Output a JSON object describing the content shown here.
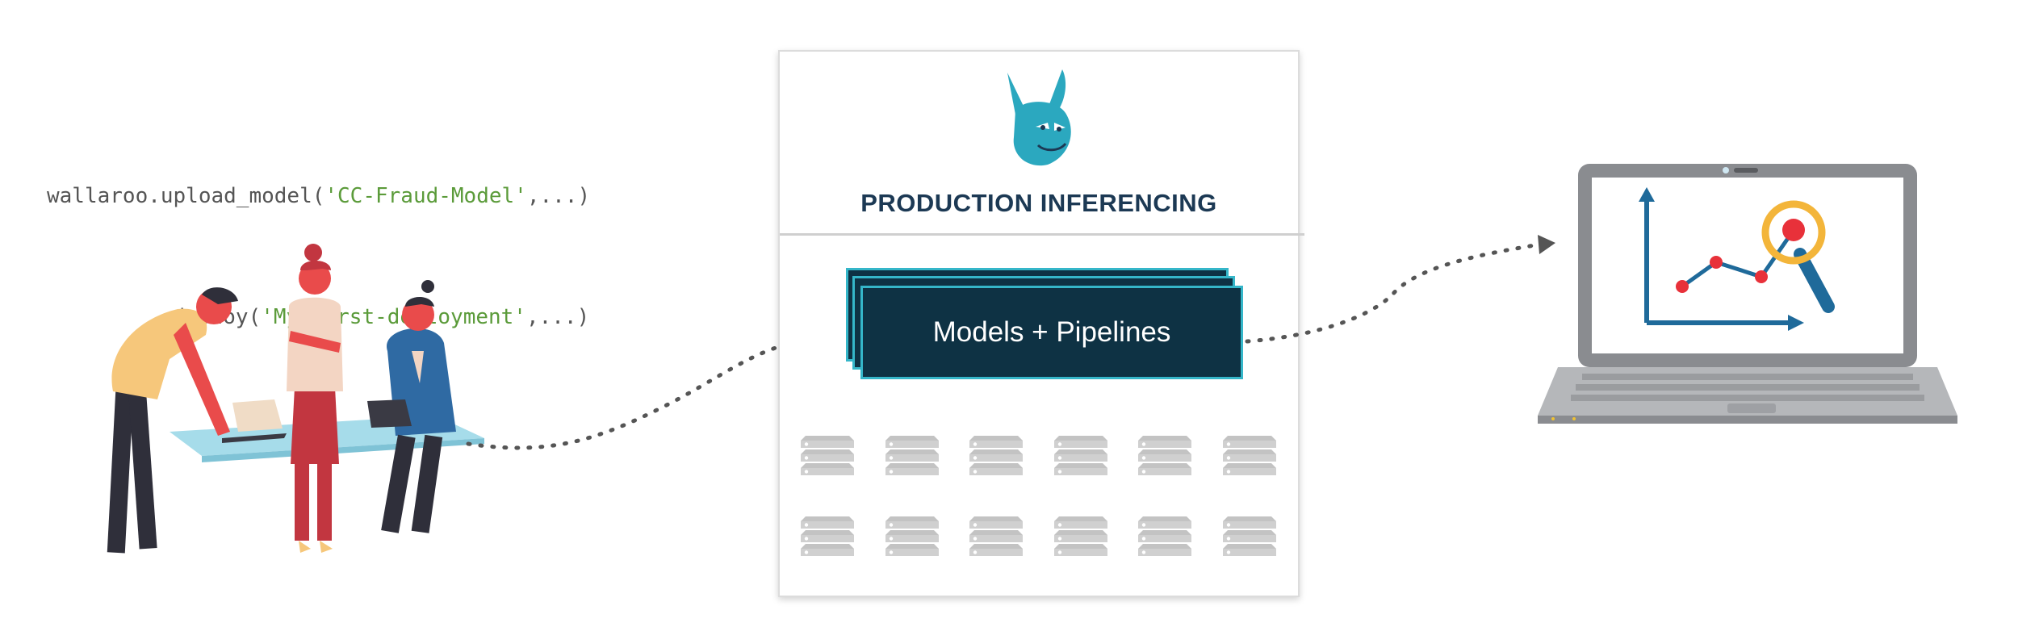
{
  "code": {
    "line1_pre": "wallaroo.upload_model(",
    "line1_str": "'CC-Fraud-Model'",
    "line1_post": ",...)",
    "line2_pre": ".deploy(",
    "line2_str": "'My-first-deployment'",
    "line2_post": ",...)"
  },
  "panel": {
    "title": "PRODUCTION INFERENCING",
    "card_label": "Models + Pipelines",
    "server_rows": 2,
    "servers_per_row": 6
  },
  "illustrations": {
    "left": "team-at-table-icon",
    "logo": "wallaroo-logo-icon",
    "right": "laptop-analytics-icon"
  },
  "colors": {
    "code_string": "#5b9b3a",
    "code_text": "#555555",
    "title": "#1c3954",
    "card_fill": "#0e3244",
    "card_border": "#35b6c9",
    "server": "#d0d0d0",
    "arrow": "#555555",
    "logo": "#2ba8bf"
  }
}
